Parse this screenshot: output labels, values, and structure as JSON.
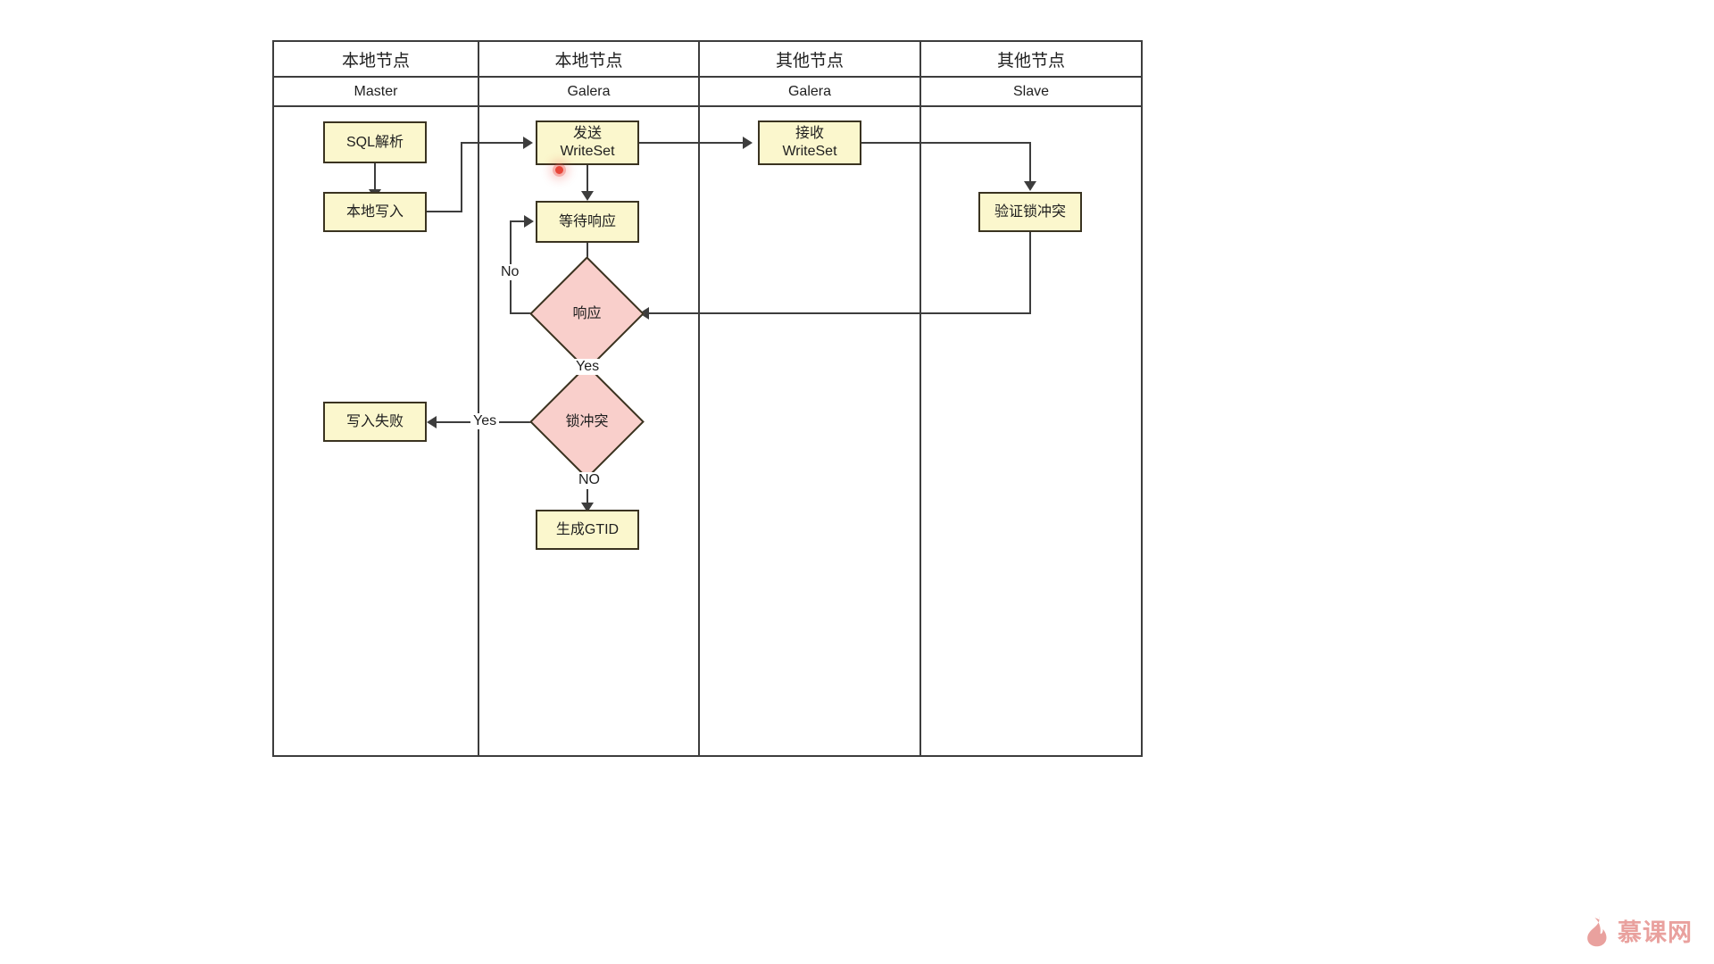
{
  "diagram": {
    "type": "swimlane-flowchart",
    "lanes": [
      {
        "group": "本地节点",
        "role": "Master"
      },
      {
        "group": "本地节点",
        "role": "Galera"
      },
      {
        "group": "其他节点",
        "role": "Galera"
      },
      {
        "group": "其他节点",
        "role": "Slave"
      }
    ],
    "nodes": [
      {
        "id": "sql_parse",
        "label": "SQL解析",
        "shape": "box",
        "lane": 0
      },
      {
        "id": "local_write",
        "label": "本地写入",
        "shape": "box",
        "lane": 0
      },
      {
        "id": "send_ws",
        "label": "发送\nWriteSet",
        "line1": "发送",
        "line2": "WriteSet",
        "shape": "box",
        "lane": 1
      },
      {
        "id": "wait_resp",
        "label": "等待响应",
        "shape": "box",
        "lane": 1
      },
      {
        "id": "resp",
        "label": "响应",
        "shape": "diamond",
        "lane": 1
      },
      {
        "id": "lock_conf",
        "label": "锁冲突",
        "shape": "diamond",
        "lane": 1
      },
      {
        "id": "gen_gtid",
        "label": "生成GTID",
        "shape": "box",
        "lane": 1
      },
      {
        "id": "write_fail",
        "label": "写入失败",
        "shape": "box",
        "lane": 0
      },
      {
        "id": "recv_ws",
        "label": "接收\nWriteSet",
        "line1": "接收",
        "line2": "WriteSet",
        "shape": "box",
        "lane": 2
      },
      {
        "id": "verify_lock",
        "label": "验证锁冲突",
        "shape": "box",
        "lane": 3
      }
    ],
    "edge_labels": {
      "resp_no": "No",
      "resp_yes": "Yes",
      "lock_yes": "Yes",
      "lock_no": "NO"
    },
    "colors": {
      "process_fill": "#fbf7cd",
      "decision_fill": "#f9cfcb",
      "node_stroke": "#3a3320",
      "line": "#3d3d3d",
      "cursor": "#e8463a",
      "watermark": "#e89a96"
    }
  },
  "watermark": {
    "text": "慕课网",
    "icon": "flame-icon"
  }
}
